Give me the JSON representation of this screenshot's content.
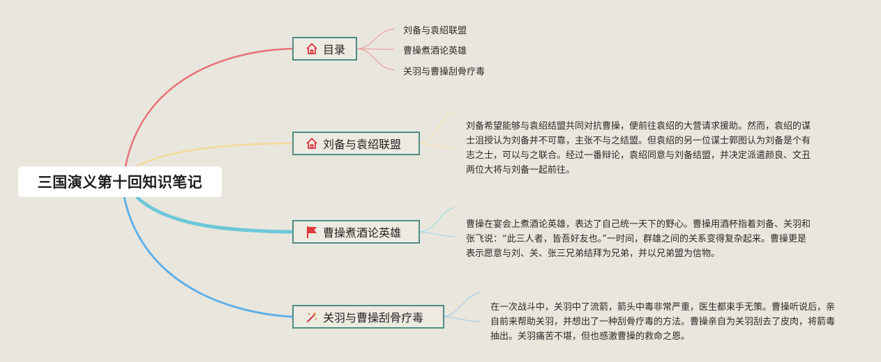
{
  "root": {
    "title": "三国演义第十回知识笔记"
  },
  "branches": [
    {
      "title": "目录",
      "icon": "home-icon",
      "color": "#e8727a",
      "children": [
        "刘备与袁绍联盟",
        "曹操煮酒论英雄",
        "关羽与曹操刮骨疗毒"
      ]
    },
    {
      "title": "刘备与袁绍联盟",
      "icon": "home-icon",
      "color": "#f6d99a",
      "note": "刘备希望能够与袁绍结盟共同对抗曹操，便前往袁绍的大营请求援助。然而，袁绍的谋士沮授认为刘备并不可靠，主张不与之结盟。但袁绍的另一位谋士郭图认为刘备是个有志之士，可以与之联合。经过一番辩论，袁绍同意与刘备结盟，并决定派遣颜良、文丑两位大将与刘备一起前往。"
    },
    {
      "title": "曹操煮酒论英雄",
      "icon": "flag-icon",
      "color": "#6cc8d8",
      "note": "曹操在宴会上煮酒论英雄，表达了自己统一天下的野心。曹操用酒杯指着刘备、关羽和张飞说：“此三人者，皆吾好友也。”一时间，群雄之间的关系变得复杂起来。曹操更是表示愿意与刘、关、张三兄弟结拜为兄弟，并以兄弟盟为信物。"
    },
    {
      "title": "关羽与曹操刮骨疗毒",
      "icon": "sparkle-icon",
      "color": "#5eb0ea",
      "note": "在一次战斗中，关羽中了流箭，箭头中毒非常严重，医生都束手无策。曹操听说后，亲自前来帮助关羽，并想出了一种刮骨疗毒的方法。曹操亲自为关羽刮去了皮肉，将箭毒抽出。关羽痛苦不堪，但也感激曹操的救命之恩。"
    }
  ]
}
